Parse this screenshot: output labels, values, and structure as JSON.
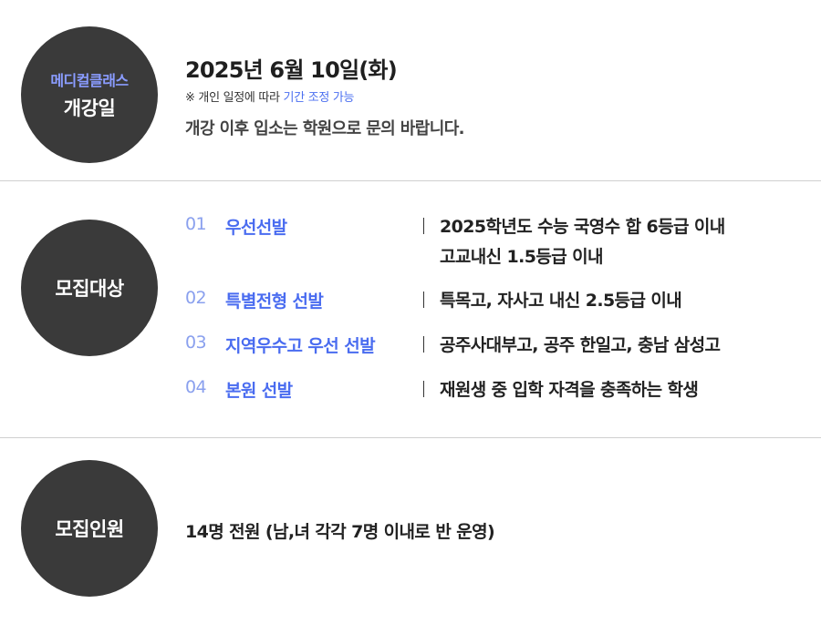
{
  "opening": {
    "badge_sub": "메디컬클래스",
    "badge_main": "개강일",
    "date": "2025년 6월 10일(화)",
    "note_prefix": "※ 개인 일정에 따라 ",
    "note_highlight": "기간 조정 가능",
    "description": "개강 이후 입소는 학원으로 문의 바랍니다."
  },
  "target": {
    "badge_main": "모집대상",
    "items": [
      {
        "num": "01",
        "name": "우선선발",
        "conditions": [
          "2025학년도 수능 국영수 합 6등급 이내",
          "고교내신 1.5등급 이내"
        ]
      },
      {
        "num": "02",
        "name": "특별전형 선발",
        "conditions": [
          "특목고, 자사고 내신 2.5등급 이내"
        ]
      },
      {
        "num": "03",
        "name": "지역우수고 우선 선발",
        "conditions": [
          "공주사대부고, 공주 한일고, 충남 삼성고"
        ]
      },
      {
        "num": "04",
        "name": "본원 선발",
        "conditions": [
          "재원생 중 입학 자격을 충족하는 학생"
        ]
      }
    ]
  },
  "recruitment": {
    "badge_main": "모집인원",
    "text": "14명 전원 (남,녀 각각 7명 이내로 반 운영)"
  },
  "colors": {
    "accent": "#4a6cf0",
    "badge_bg": "#3a3a3a",
    "badge_sub": "#8a9cff",
    "number": "#8aa0ee"
  }
}
